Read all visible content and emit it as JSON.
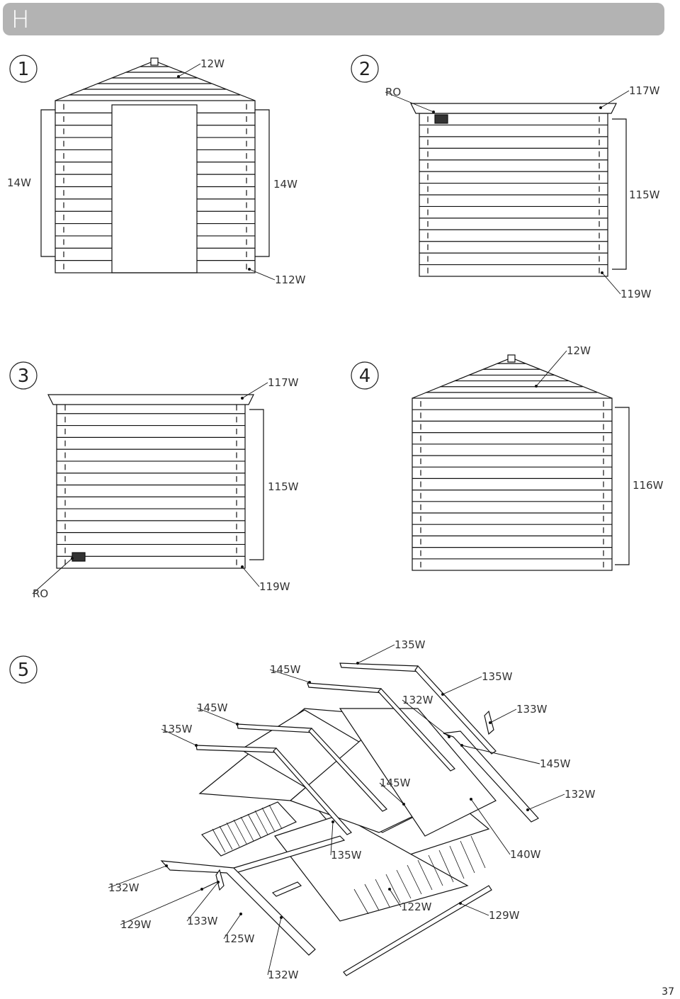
{
  "header": {
    "section": "H"
  },
  "page_number": "37",
  "steps": [
    {
      "number": "1",
      "labels": [
        "12W",
        "14W",
        "14W",
        "112W"
      ]
    },
    {
      "number": "2",
      "labels": [
        "RO",
        "117W",
        "115W",
        "119W"
      ]
    },
    {
      "number": "3",
      "labels": [
        "117W",
        "115W",
        "RO",
        "119W"
      ]
    },
    {
      "number": "4",
      "labels": [
        "12W",
        "116W"
      ]
    },
    {
      "number": "5",
      "labels": [
        "135W",
        "145W",
        "135W",
        "145W",
        "135W",
        "132W",
        "133W",
        "145W",
        "145W",
        "132W",
        "135W",
        "140W",
        "132W",
        "129W",
        "133W",
        "125W",
        "122W",
        "129W",
        "132W"
      ]
    }
  ]
}
